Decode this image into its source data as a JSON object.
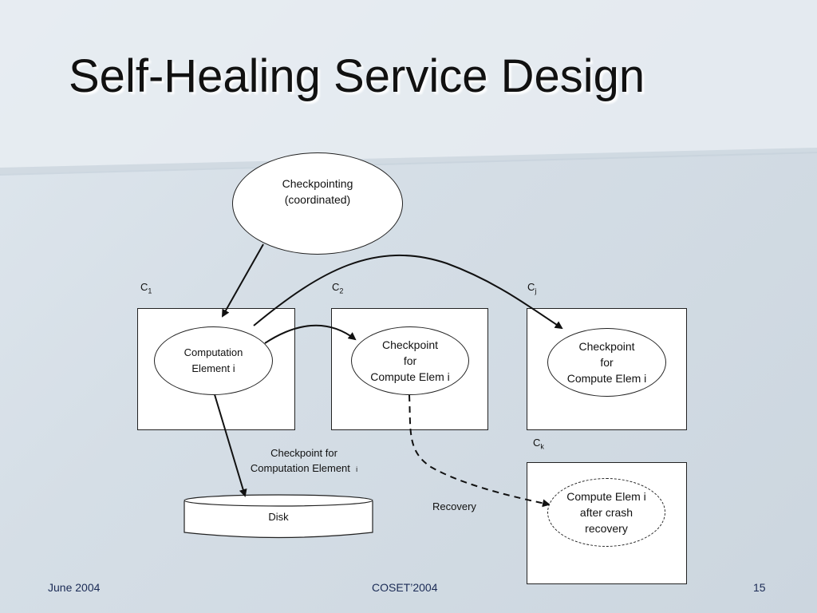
{
  "slide": {
    "title": "Self-Healing Service Design",
    "footer_left": "June 2004",
    "footer_center": "COSET’2004",
    "footer_right": "15"
  },
  "diagram": {
    "coordinator": "Checkpointing\n(coordinated)",
    "c1": {
      "letter": "C",
      "sub": "1"
    },
    "c2": {
      "letter": "C",
      "sub": "2"
    },
    "cj": {
      "letter": "C",
      "sub": "j"
    },
    "ck": {
      "letter": "C",
      "sub": "k"
    },
    "computation_element": "Computation\nElement i",
    "checkpoint_c2": "Checkpoint\nfor\nCompute Elem i",
    "checkpoint_cj": "Checkpoint\nfor\nCompute Elem i",
    "recovered_element": "Compute Elem i\nafter crash\nrecovery",
    "disk_label": "Disk",
    "disk_arrow_label_line1": "Checkpoint for",
    "disk_arrow_label_line2": "Computation Element",
    "disk_arrow_label_sub": "i",
    "recovery_label": "Recovery"
  }
}
